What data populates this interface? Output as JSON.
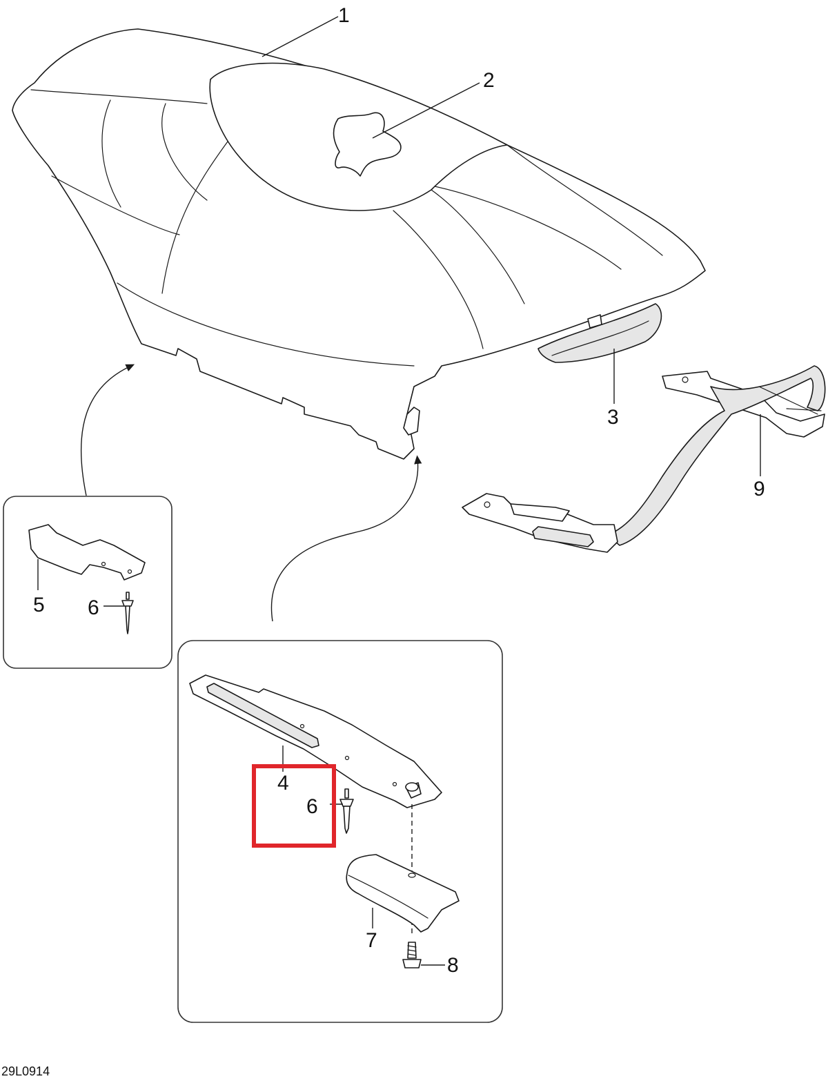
{
  "drawing_code": "29L0914",
  "callouts": [
    {
      "label": "1"
    },
    {
      "label": "2"
    },
    {
      "label": "3"
    },
    {
      "label": "4"
    },
    {
      "label": "5"
    },
    {
      "label": "6"
    },
    {
      "label": "6"
    },
    {
      "label": "7"
    },
    {
      "label": "8"
    },
    {
      "label": "9"
    }
  ],
  "colors": {
    "line": "#1a1a1a",
    "shade": "#e6e6e6",
    "highlight": "#e0262b"
  }
}
